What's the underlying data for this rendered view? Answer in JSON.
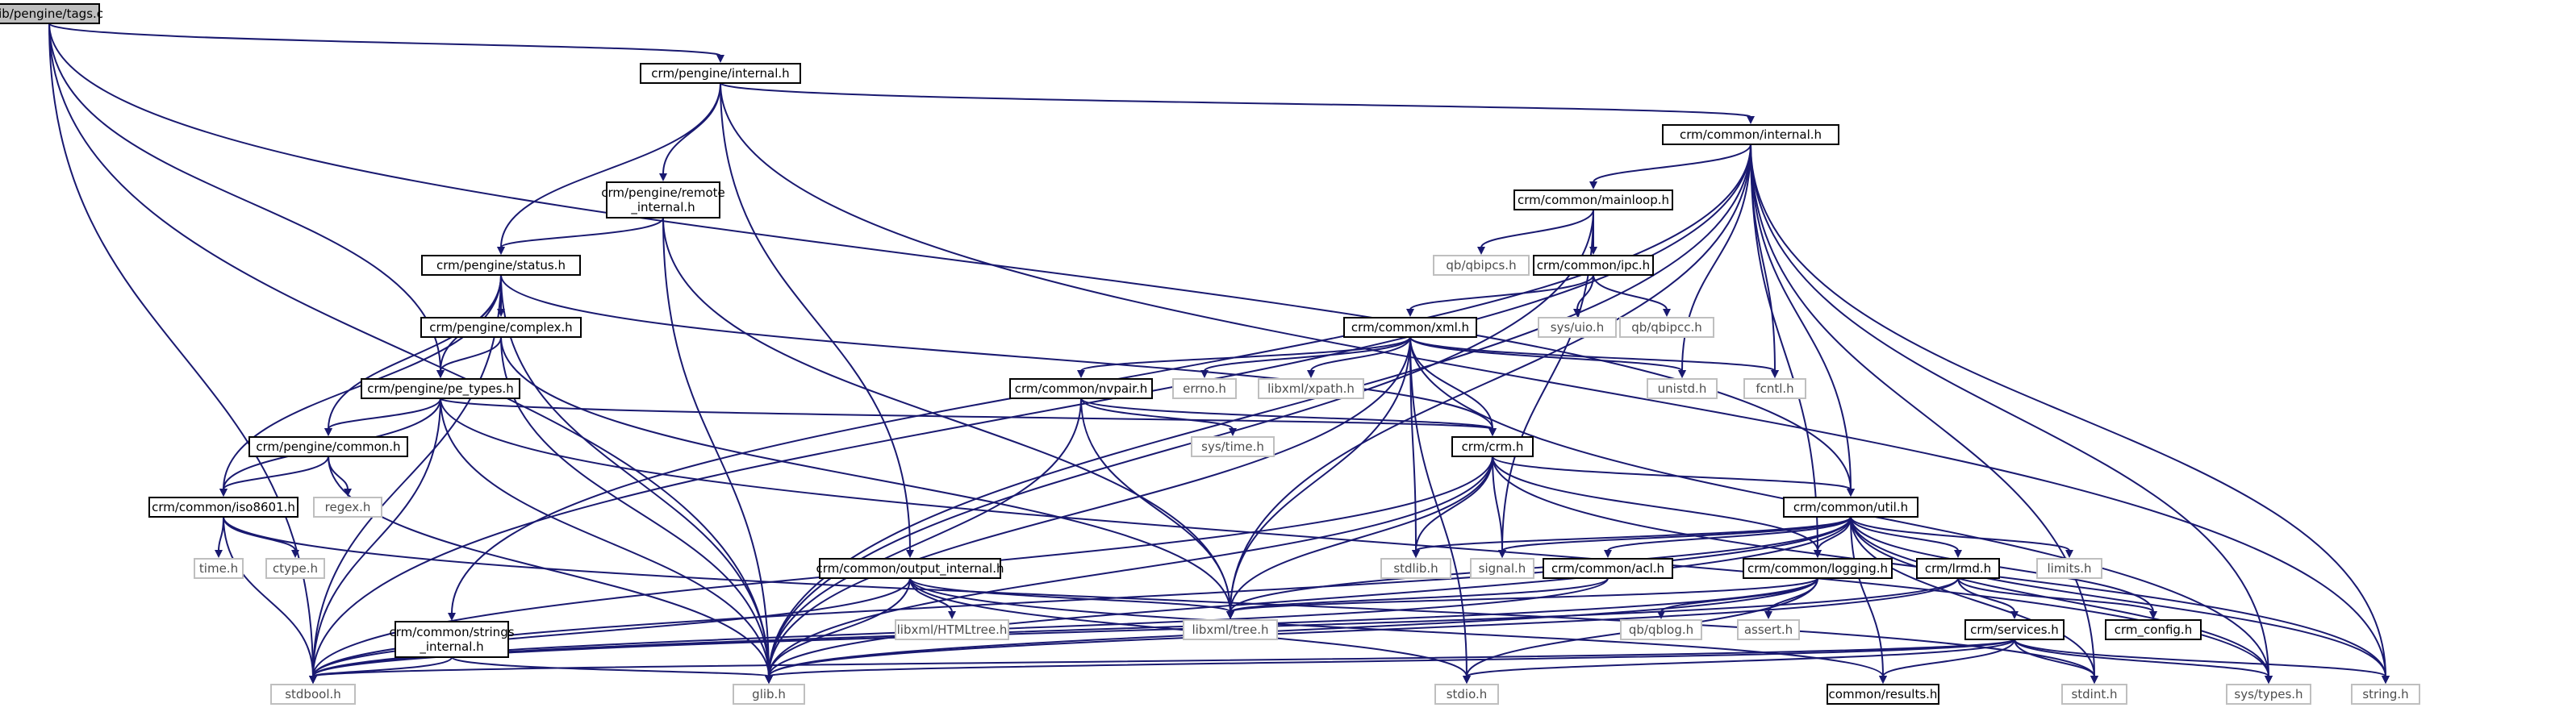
{
  "diagram": {
    "root": "lib/pengine/tags.c",
    "colors": {
      "edge": "#191970",
      "root_fill": "#bfbfbf",
      "internal_border": "#000000",
      "external_border": "#bfbfbf",
      "external_text": "#4d4d4d"
    },
    "nodes": [
      {
        "id": "tags_c",
        "label": "lib/pengine/tags.c",
        "kind": "root"
      },
      {
        "id": "pe_internal",
        "label": "crm/pengine/internal.h",
        "kind": "internal"
      },
      {
        "id": "common_internal",
        "label": "crm/common/internal.h",
        "kind": "internal"
      },
      {
        "id": "remote_internal",
        "label": [
          "crm/pengine/remote",
          "_internal.h"
        ],
        "kind": "internal"
      },
      {
        "id": "status",
        "label": "crm/pengine/status.h",
        "kind": "internal"
      },
      {
        "id": "mainloop",
        "label": "crm/common/mainloop.h",
        "kind": "internal"
      },
      {
        "id": "qbipcs",
        "label": "qb/qbipcs.h",
        "kind": "external"
      },
      {
        "id": "ipc",
        "label": "crm/common/ipc.h",
        "kind": "internal"
      },
      {
        "id": "complex",
        "label": "crm/pengine/complex.h",
        "kind": "internal"
      },
      {
        "id": "sysuio",
        "label": "sys/uio.h",
        "kind": "external"
      },
      {
        "id": "qbipcc",
        "label": "qb/qbipcc.h",
        "kind": "external"
      },
      {
        "id": "xml",
        "label": "crm/common/xml.h",
        "kind": "internal"
      },
      {
        "id": "pe_types",
        "label": "crm/pengine/pe_types.h",
        "kind": "internal"
      },
      {
        "id": "nvpair",
        "label": "crm/common/nvpair.h",
        "kind": "internal"
      },
      {
        "id": "errno",
        "label": "errno.h",
        "kind": "external"
      },
      {
        "id": "xpath",
        "label": "libxml/xpath.h",
        "kind": "external"
      },
      {
        "id": "unistd",
        "label": "unistd.h",
        "kind": "external"
      },
      {
        "id": "fcntl",
        "label": "fcntl.h",
        "kind": "external"
      },
      {
        "id": "systime",
        "label": "sys/time.h",
        "kind": "external"
      },
      {
        "id": "pe_common",
        "label": "crm/pengine/common.h",
        "kind": "internal"
      },
      {
        "id": "crm",
        "label": "crm/crm.h",
        "kind": "internal"
      },
      {
        "id": "iso8601",
        "label": "crm/common/iso8601.h",
        "kind": "internal"
      },
      {
        "id": "regex",
        "label": "regex.h",
        "kind": "external"
      },
      {
        "id": "util",
        "label": "crm/common/util.h",
        "kind": "internal"
      },
      {
        "id": "time",
        "label": "time.h",
        "kind": "external"
      },
      {
        "id": "ctype",
        "label": "ctype.h",
        "kind": "external"
      },
      {
        "id": "stdlib",
        "label": "stdlib.h",
        "kind": "external"
      },
      {
        "id": "signal",
        "label": "signal.h",
        "kind": "external"
      },
      {
        "id": "acl",
        "label": "crm/common/acl.h",
        "kind": "internal"
      },
      {
        "id": "output_internal",
        "label": "crm/common/output_internal.h",
        "kind": "internal"
      },
      {
        "id": "logging",
        "label": "crm/common/logging.h",
        "kind": "internal"
      },
      {
        "id": "lrmd",
        "label": "crm/lrmd.h",
        "kind": "internal"
      },
      {
        "id": "limits",
        "label": "limits.h",
        "kind": "external"
      },
      {
        "id": "strings_internal",
        "label": [
          "crm/common/strings",
          "_internal.h"
        ],
        "kind": "internal"
      },
      {
        "id": "htmltree",
        "label": "libxml/HTMLtree.h",
        "kind": "external"
      },
      {
        "id": "tree",
        "label": "libxml/tree.h",
        "kind": "external"
      },
      {
        "id": "qblog",
        "label": "qb/qblog.h",
        "kind": "external"
      },
      {
        "id": "assert",
        "label": "assert.h",
        "kind": "external"
      },
      {
        "id": "crm_config",
        "label": "crm_config.h",
        "kind": "internal"
      },
      {
        "id": "services",
        "label": "crm/services.h",
        "kind": "internal"
      },
      {
        "id": "stdbool",
        "label": "stdbool.h",
        "kind": "external"
      },
      {
        "id": "glib",
        "label": "glib.h",
        "kind": "external"
      },
      {
        "id": "stdio",
        "label": "stdio.h",
        "kind": "external"
      },
      {
        "id": "results",
        "label": "common/results.h",
        "kind": "internal"
      },
      {
        "id": "stdint",
        "label": "stdint.h",
        "kind": "external"
      },
      {
        "id": "systypes",
        "label": "sys/types.h",
        "kind": "external"
      },
      {
        "id": "string",
        "label": "string.h",
        "kind": "external"
      }
    ],
    "edges": [
      [
        "tags_c",
        "pe_internal"
      ],
      [
        "tags_c",
        "util"
      ],
      [
        "tags_c",
        "pe_types"
      ],
      [
        "tags_c",
        "stdbool"
      ],
      [
        "tags_c",
        "glib"
      ],
      [
        "pe_internal",
        "common_internal"
      ],
      [
        "pe_internal",
        "remote_internal"
      ],
      [
        "pe_internal",
        "status"
      ],
      [
        "pe_internal",
        "output_internal"
      ],
      [
        "pe_internal",
        "string"
      ],
      [
        "common_internal",
        "mainloop"
      ],
      [
        "common_internal",
        "util"
      ],
      [
        "common_internal",
        "logging"
      ],
      [
        "common_internal",
        "unistd"
      ],
      [
        "common_internal",
        "fcntl"
      ],
      [
        "common_internal",
        "tree"
      ],
      [
        "common_internal",
        "glib"
      ],
      [
        "common_internal",
        "stdbool"
      ],
      [
        "common_internal",
        "strings_internal"
      ],
      [
        "common_internal",
        "stdint"
      ],
      [
        "common_internal",
        "systypes"
      ],
      [
        "common_internal",
        "string"
      ],
      [
        "remote_internal",
        "status"
      ],
      [
        "remote_internal",
        "glib"
      ],
      [
        "remote_internal",
        "tree"
      ],
      [
        "status",
        "complex"
      ],
      [
        "status",
        "pe_types"
      ],
      [
        "status",
        "pe_common"
      ],
      [
        "status",
        "iso8601"
      ],
      [
        "status",
        "crm"
      ],
      [
        "status",
        "glib"
      ],
      [
        "status",
        "stdbool"
      ],
      [
        "mainloop",
        "ipc"
      ],
      [
        "mainloop",
        "qbipcs"
      ],
      [
        "mainloop",
        "signal"
      ],
      [
        "mainloop",
        "glib"
      ],
      [
        "ipc",
        "xml"
      ],
      [
        "ipc",
        "sysuio"
      ],
      [
        "ipc",
        "qbipcc"
      ],
      [
        "complex",
        "pe_types"
      ],
      [
        "complex",
        "glib"
      ],
      [
        "complex",
        "tree"
      ],
      [
        "xml",
        "nvpair"
      ],
      [
        "xml",
        "errno"
      ],
      [
        "xml",
        "xpath"
      ],
      [
        "xml",
        "unistd"
      ],
      [
        "xml",
        "fcntl"
      ],
      [
        "xml",
        "crm"
      ],
      [
        "xml",
        "stdlib"
      ],
      [
        "xml",
        "stdio"
      ],
      [
        "xml",
        "systypes"
      ],
      [
        "xml",
        "tree"
      ],
      [
        "xml",
        "glib"
      ],
      [
        "pe_types",
        "pe_common"
      ],
      [
        "pe_types",
        "iso8601"
      ],
      [
        "pe_types",
        "crm"
      ],
      [
        "pe_types",
        "systypes"
      ],
      [
        "pe_types",
        "glib"
      ],
      [
        "pe_types",
        "stdbool"
      ],
      [
        "nvpair",
        "systime"
      ],
      [
        "nvpair",
        "crm"
      ],
      [
        "nvpair",
        "tree"
      ],
      [
        "nvpair",
        "glib"
      ],
      [
        "pe_common",
        "iso8601"
      ],
      [
        "pe_common",
        "regex"
      ],
      [
        "pe_common",
        "glib"
      ],
      [
        "crm",
        "util"
      ],
      [
        "crm",
        "logging"
      ],
      [
        "crm",
        "stdlib"
      ],
      [
        "crm",
        "signal"
      ],
      [
        "crm",
        "tree"
      ],
      [
        "crm",
        "string"
      ],
      [
        "crm",
        "glib"
      ],
      [
        "crm",
        "stdbool"
      ],
      [
        "iso8601",
        "time"
      ],
      [
        "iso8601",
        "ctype"
      ],
      [
        "iso8601",
        "stdint"
      ],
      [
        "iso8601",
        "stdbool"
      ],
      [
        "util",
        "lrmd"
      ],
      [
        "util",
        "acl"
      ],
      [
        "util",
        "logging"
      ],
      [
        "util",
        "stdlib"
      ],
      [
        "util",
        "signal"
      ],
      [
        "util",
        "limits"
      ],
      [
        "util",
        "tree"
      ],
      [
        "util",
        "crm_config"
      ],
      [
        "util",
        "results"
      ],
      [
        "util",
        "stdint"
      ],
      [
        "util",
        "systypes"
      ],
      [
        "util",
        "string"
      ],
      [
        "util",
        "glib"
      ],
      [
        "util",
        "stdbool"
      ],
      [
        "acl",
        "tree"
      ],
      [
        "acl",
        "stdbool"
      ],
      [
        "output_internal",
        "htmltree"
      ],
      [
        "output_internal",
        "tree"
      ],
      [
        "output_internal",
        "glib"
      ],
      [
        "output_internal",
        "stdio"
      ],
      [
        "output_internal",
        "stdbool"
      ],
      [
        "output_internal",
        "results"
      ],
      [
        "logging",
        "qblog"
      ],
      [
        "logging",
        "assert"
      ],
      [
        "logging",
        "tree"
      ],
      [
        "logging",
        "glib"
      ],
      [
        "logging",
        "stdio"
      ],
      [
        "logging",
        "stdbool"
      ],
      [
        "lrmd",
        "services"
      ],
      [
        "lrmd",
        "crm_config"
      ],
      [
        "lrmd",
        "glib"
      ],
      [
        "lrmd",
        "stdbool"
      ],
      [
        "strings_internal",
        "glib"
      ],
      [
        "strings_internal",
        "stdbool"
      ],
      [
        "services",
        "results"
      ],
      [
        "services",
        "stdint"
      ],
      [
        "services",
        "systypes"
      ],
      [
        "services",
        "string"
      ],
      [
        "services",
        "stdio"
      ],
      [
        "services",
        "glib"
      ],
      [
        "services",
        "stdbool"
      ]
    ]
  }
}
